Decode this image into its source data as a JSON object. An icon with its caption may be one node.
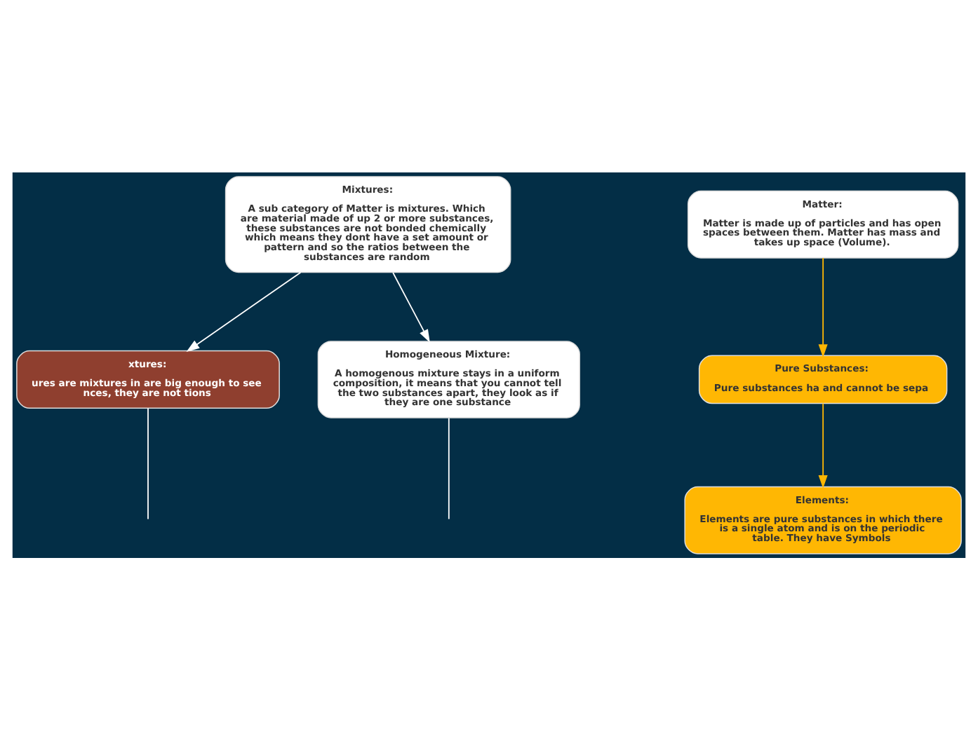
{
  "diagram": {
    "nodes": [
      {
        "text": [
          "Mixtures:",
          "A sub category of Matter is mixtures. Which are material made of up 2 or more substances, these substances are not bonded chemically which means they dont have a set amount or pattern and so the ratios between the substances are random"
        ]
      },
      {
        "text": [
          "Matter:",
          "Matter is made up of particles and has open spaces between them. Matter has mass and takes up space (Volume)."
        ]
      },
      {
        "text": [
          "Pure Substances:",
          "Pure substances ha and cannot be sepa"
        ]
      },
      {
        "text": [
          "xtures:",
          "ures are mixtures in are big enough to see nces, they are not tions"
        ]
      },
      {
        "text": [
          "Homogeneous Mixture:",
          "A homogenous mixture stays in a uniform composition, it means that you cannot tell the two substances apart, they look as if they are one substance"
        ]
      },
      {
        "text": [
          "Elements:",
          "Elements are pure substances in which there is a single atom and is on the periodic table. They have Symbols"
        ]
      }
    ],
    "edges": [
      {
        "from": 1,
        "to": 2,
        "arrow": "to",
        "color": "#ffb703"
      },
      {
        "from": 0,
        "to": 3,
        "arrow": "to"
      },
      {
        "from": 0,
        "to": 4,
        "arrow": "to"
      },
      {
        "from": 2,
        "to": 5,
        "arrow": "to",
        "color": "#ffb703"
      },
      {
        "from": 3,
        "to": null,
        "arrow": "none"
      },
      {
        "from": 4,
        "to": null,
        "arrow": "none"
      }
    ]
  }
}
